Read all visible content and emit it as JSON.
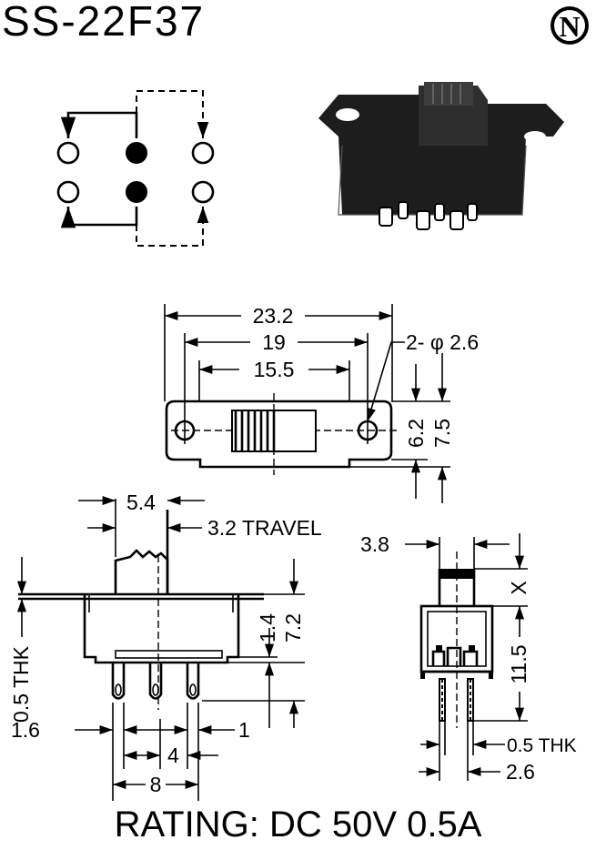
{
  "title": "SS-22F37",
  "logo": {
    "letter": "N"
  },
  "rating": "RATING: DC 50V 0.5A",
  "top_view_dims": {
    "overall": "23.2",
    "hole_pitch": "19",
    "slot": "15.5",
    "holes": "2- φ 2.6",
    "h_inner": "6.2",
    "h_outer": "7.5"
  },
  "side_view_dims": {
    "knob": "5.4",
    "travel": "3.2 TRAVEL",
    "h_small": "1.4",
    "h_total": "7.2",
    "thk": "0.5 THK",
    "edge": "1.6",
    "pin_w": "1",
    "pitch": "4",
    "span": "8"
  },
  "end_view_dims": {
    "width": "3.8",
    "x": "X",
    "height": "11.5",
    "thk": "0.5 THK",
    "pin_span": "2.6"
  }
}
